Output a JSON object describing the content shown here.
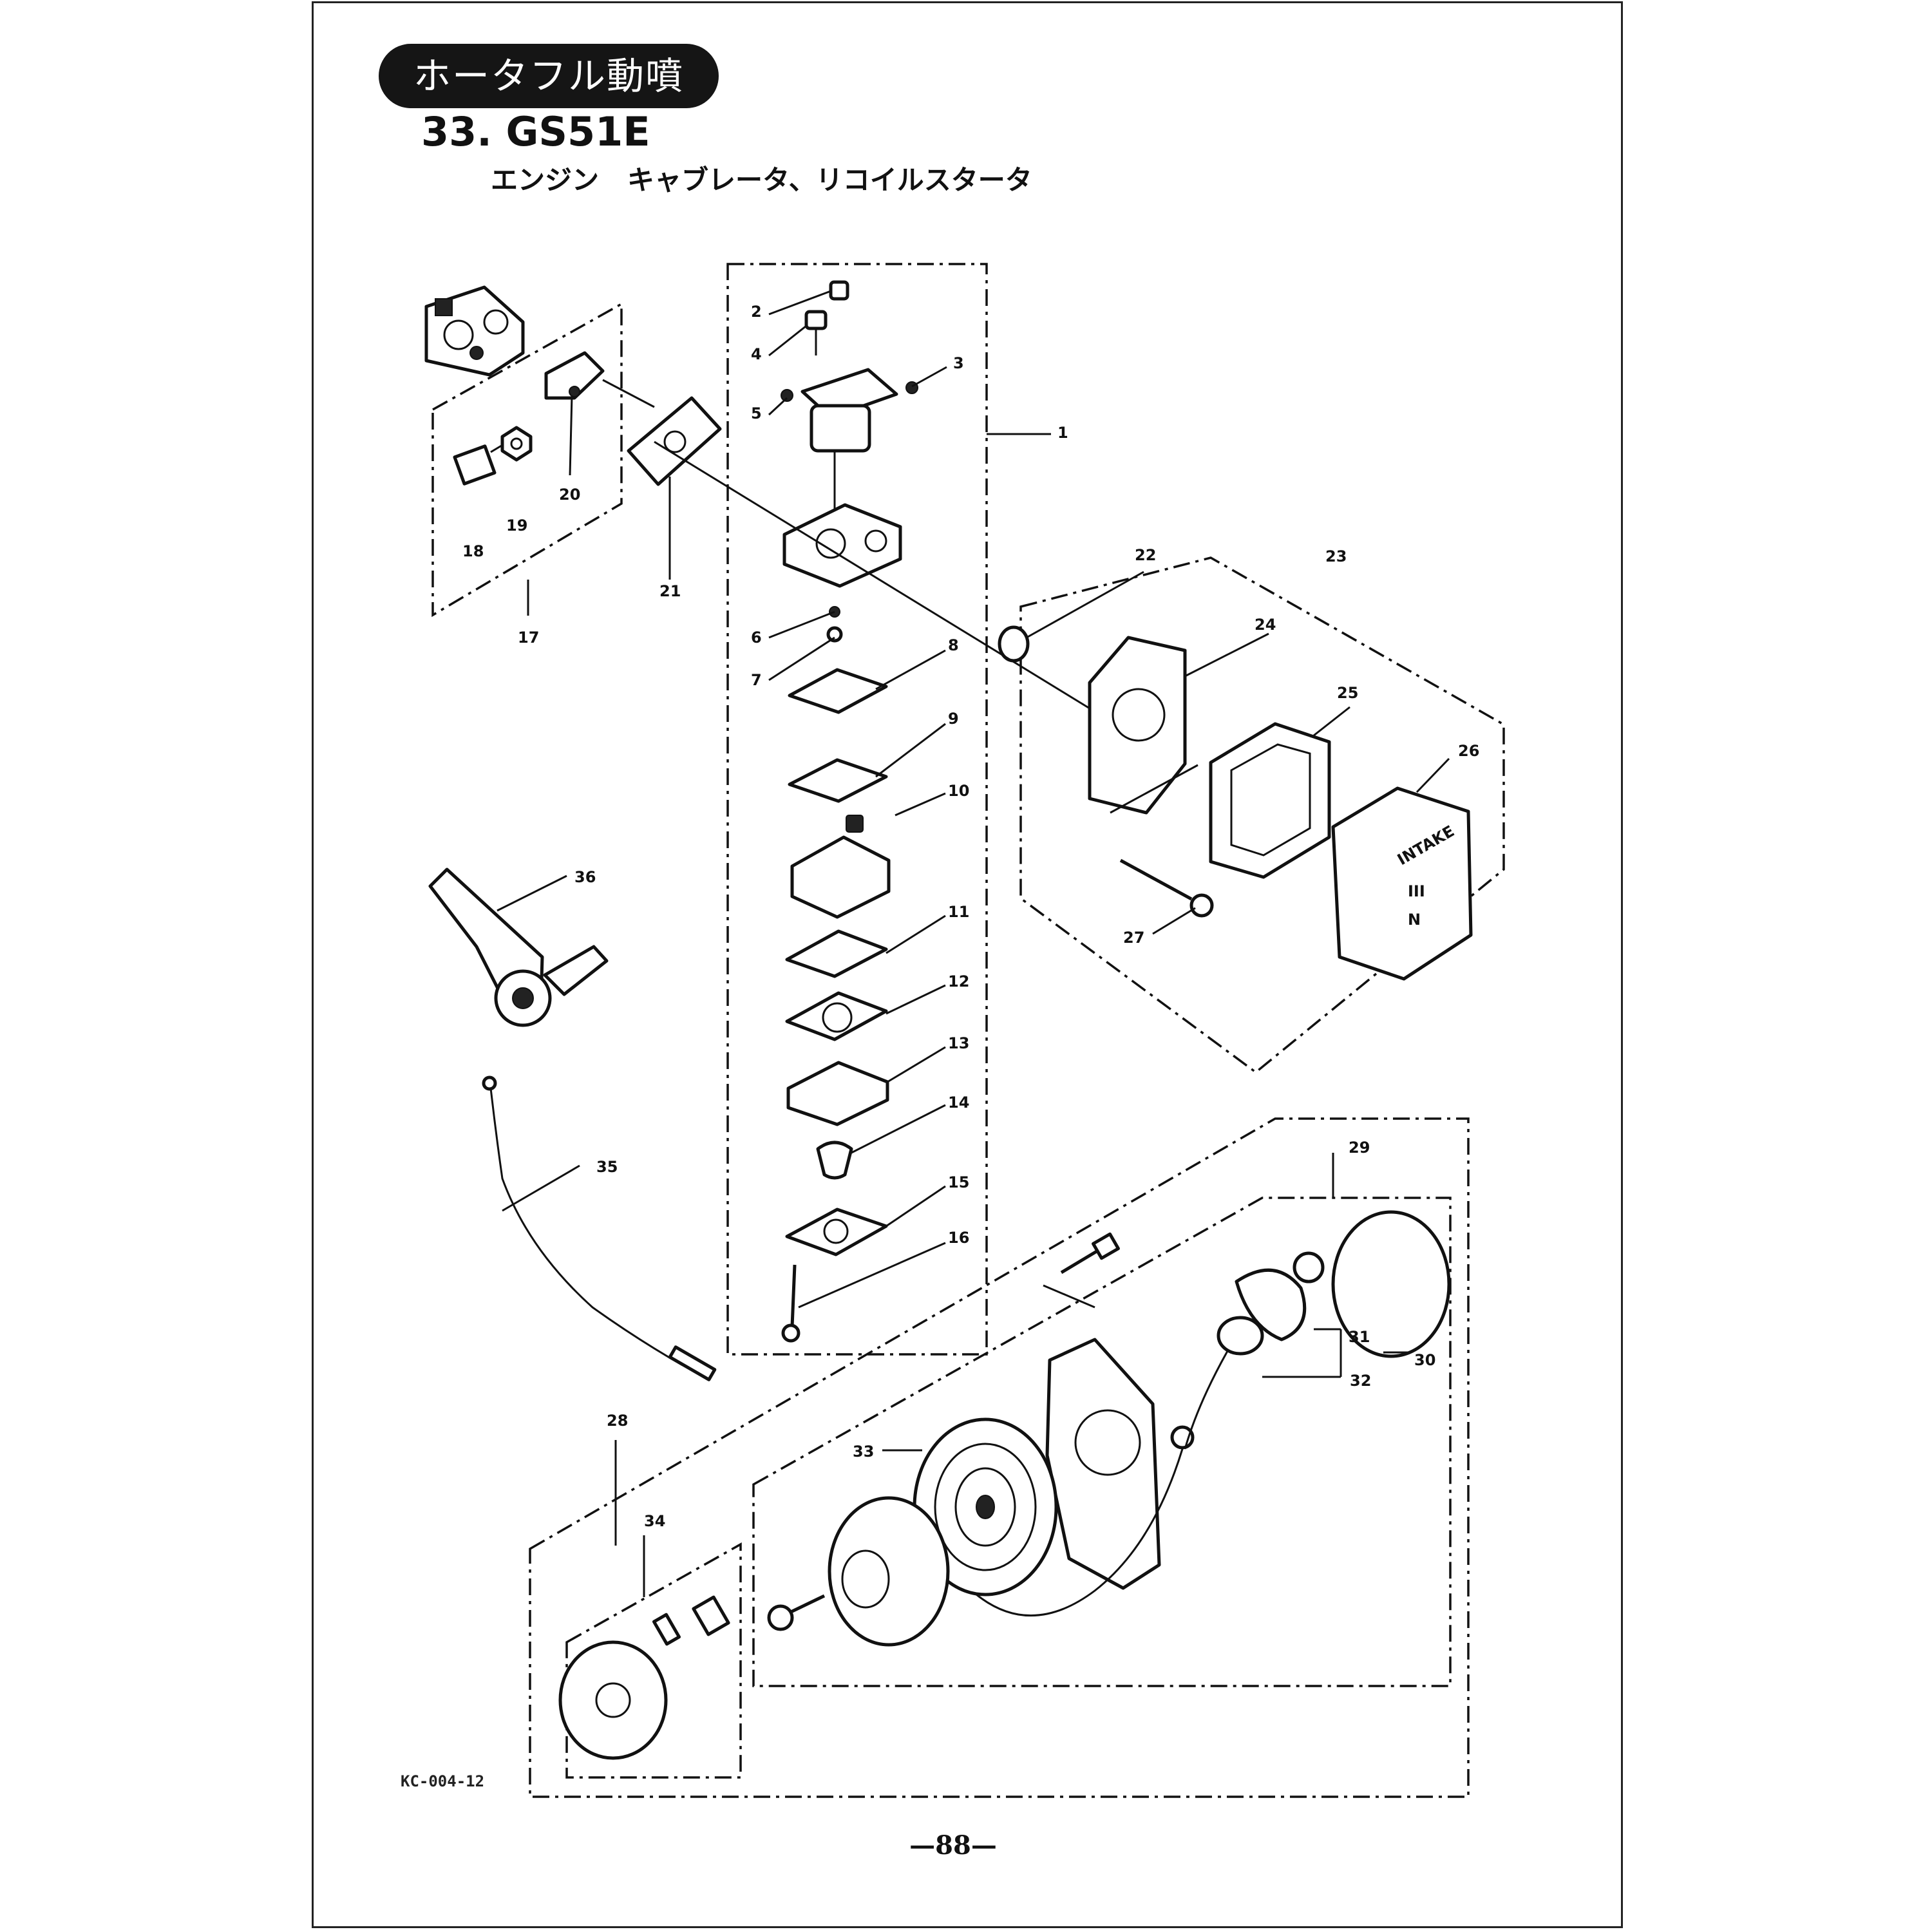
{
  "header": {
    "category": "ホータフル動噴",
    "section_number": "33.",
    "model": "GS51E",
    "subtitle_main": "エンジン",
    "subtitle_sub": "キャブレータ、リコイルスタータ"
  },
  "footer": {
    "doc_code": "KC-004-12",
    "page_number": "—88—"
  },
  "diagram": {
    "part_labels": {
      "p1": "1",
      "p2": "2",
      "p3": "3",
      "p4": "4",
      "p5": "5",
      "p6": "6",
      "p7": "7",
      "p8": "8",
      "p9": "9",
      "p10": "10",
      "p11": "11",
      "p12": "12",
      "p13": "13",
      "p14": "14",
      "p15": "15",
      "p16": "16",
      "p17": "17",
      "p18": "18",
      "p19": "19",
      "p20": "20",
      "p21": "21",
      "p22": "22",
      "p23": "23",
      "p24": "24",
      "p25": "25",
      "p26": "26",
      "p27": "27",
      "p28": "28",
      "p29": "29",
      "p30": "30",
      "p31": "31",
      "p32": "32",
      "p33": "33",
      "p34": "34",
      "p35": "35",
      "p36": "36"
    },
    "cover_text": "INTAKE",
    "cover_marks": [
      "III",
      "N"
    ]
  }
}
